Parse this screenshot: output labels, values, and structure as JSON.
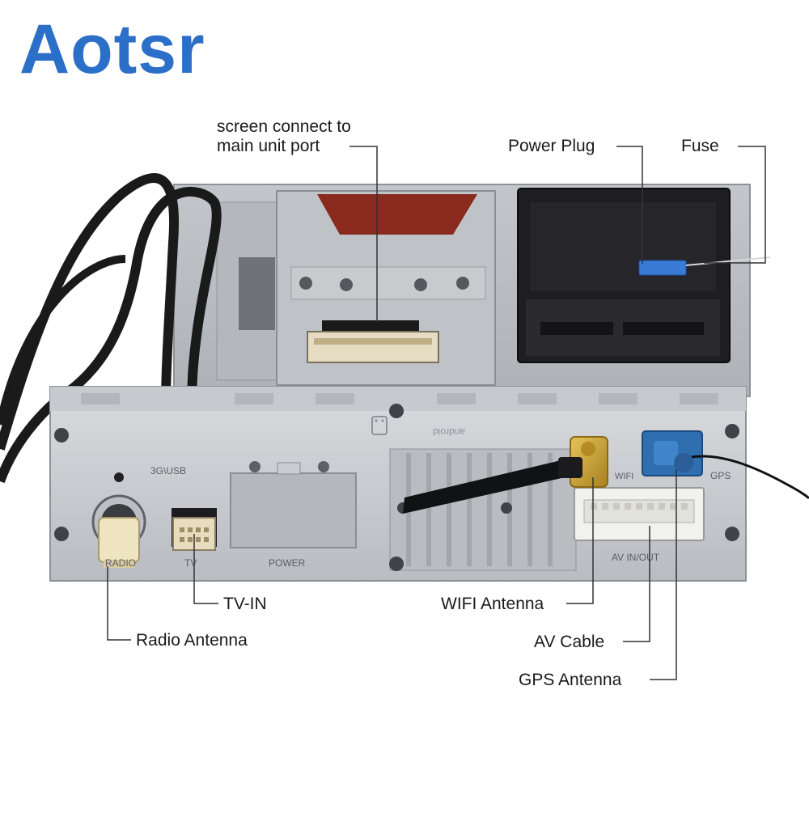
{
  "brand": {
    "logo_text": "Aotsr",
    "logo_color": "#2b6fc8"
  },
  "callouts": {
    "screen_port": [
      "screen connect to",
      "main unit port"
    ],
    "power_plug": "Power Plug",
    "fuse": "Fuse",
    "tv_in": "TV-IN",
    "radio_antenna": "Radio Antenna",
    "wifi_antenna": "WIFI Antenna",
    "av_cable": "AV Cable",
    "gps_antenna": "GPS Antenna"
  },
  "panel_labels": {
    "usb": "3G\\USB",
    "radio": "RADIO",
    "tv": "TV",
    "power": "POWER",
    "av": "AV IN/OUT",
    "gps": "GPS",
    "wifi": "WIFI",
    "android": "android"
  },
  "colors": {
    "chassis": "#c9ccd0",
    "chassis_dark": "#9ea2a8",
    "connector_black": "#1c1c1e",
    "gps_blue": "#2f6fb0",
    "gold": "#c9a23a",
    "fuse_blue": "#3a7bd5",
    "leader": "#333333"
  }
}
